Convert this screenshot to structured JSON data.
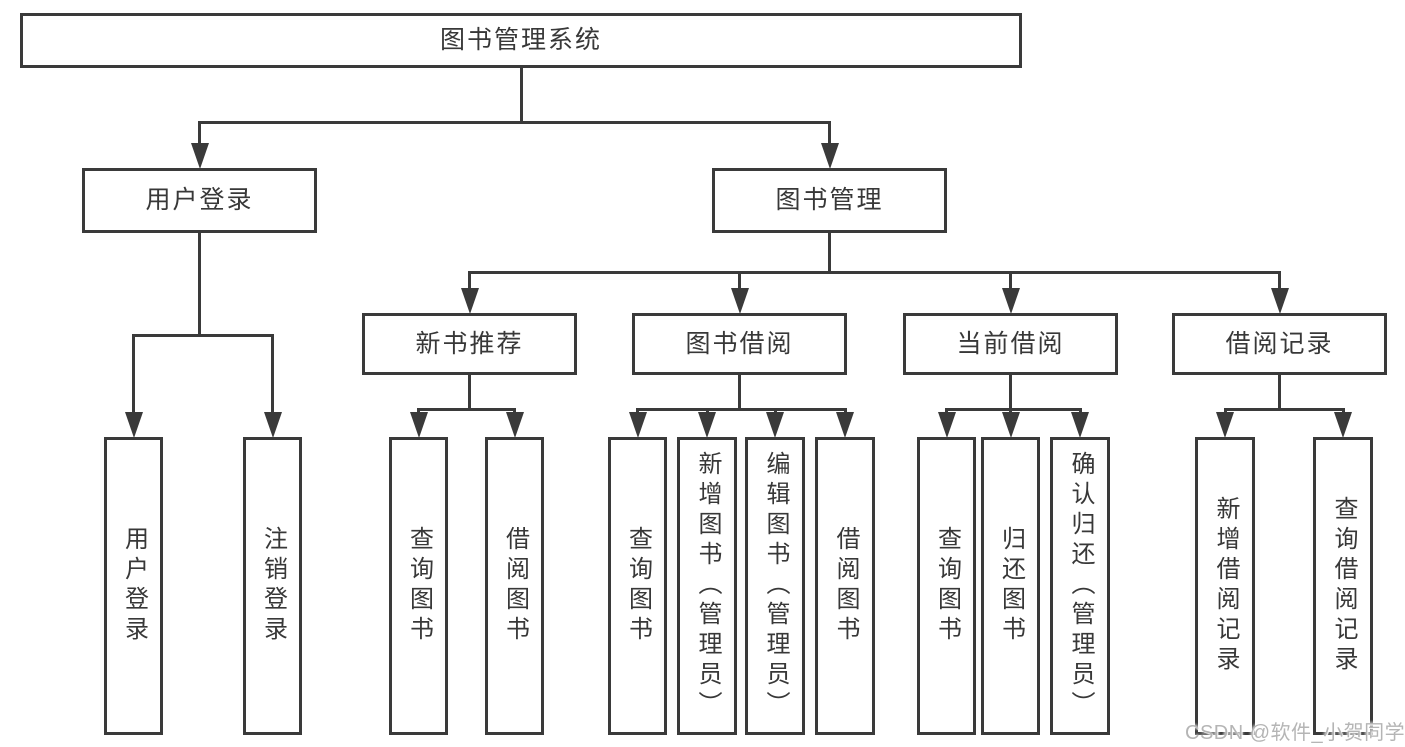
{
  "diagram": {
    "type": "hierarchy-tree",
    "title": "图书管理系统",
    "nodes": [
      {
        "id": "root",
        "label": "图书管理系统",
        "orientation": "horizontal",
        "level": 1
      },
      {
        "id": "user-login",
        "label": "用户登录",
        "orientation": "horizontal",
        "level": 2
      },
      {
        "id": "book-mgmt",
        "label": "图书管理",
        "orientation": "horizontal",
        "level": 2
      },
      {
        "id": "new-books",
        "label": "新书推荐",
        "orientation": "horizontal",
        "level": 3
      },
      {
        "id": "book-borrow",
        "label": "图书借阅",
        "orientation": "horizontal",
        "level": 3
      },
      {
        "id": "current-borrow",
        "label": "当前借阅",
        "orientation": "horizontal",
        "level": 3
      },
      {
        "id": "borrow-records",
        "label": "借阅记录",
        "orientation": "horizontal",
        "level": 3
      },
      {
        "id": "leaf-user-login",
        "label": "用户登录",
        "orientation": "vertical",
        "level": 4
      },
      {
        "id": "leaf-logout",
        "label": "注销登录",
        "orientation": "vertical",
        "level": 4
      },
      {
        "id": "nb-query-books",
        "label": "查询图书",
        "orientation": "vertical",
        "level": 4
      },
      {
        "id": "nb-borrow-books",
        "label": "借阅图书",
        "orientation": "vertical",
        "level": 4
      },
      {
        "id": "bb-query-books",
        "label": "查询图书",
        "orientation": "vertical",
        "level": 4
      },
      {
        "id": "bb-add-books",
        "label": "新增图书（管理员）",
        "orientation": "vertical",
        "level": 4
      },
      {
        "id": "bb-edit-books",
        "label": "编辑图书（管理员）",
        "orientation": "vertical",
        "level": 4
      },
      {
        "id": "bb-borrow-books",
        "label": "借阅图书",
        "orientation": "vertical",
        "level": 4
      },
      {
        "id": "cb-query-books",
        "label": "查询图书",
        "orientation": "vertical",
        "level": 4
      },
      {
        "id": "cb-return-books",
        "label": "归还图书",
        "orientation": "vertical",
        "level": 4
      },
      {
        "id": "cb-confirm-return",
        "label": "确认归还（管理员）",
        "orientation": "vertical",
        "level": 4
      },
      {
        "id": "br-add-record",
        "label": "新增借阅记录",
        "orientation": "vertical",
        "level": 4
      },
      {
        "id": "br-query-record",
        "label": "查询借阅记录",
        "orientation": "vertical",
        "level": 4
      }
    ],
    "edges": [
      {
        "from": "root",
        "to": [
          "user-login",
          "book-mgmt"
        ]
      },
      {
        "from": "user-login",
        "to": [
          "leaf-user-login",
          "leaf-logout"
        ]
      },
      {
        "from": "book-mgmt",
        "to": [
          "new-books",
          "book-borrow",
          "current-borrow",
          "borrow-records"
        ]
      },
      {
        "from": "new-books",
        "to": [
          "nb-query-books",
          "nb-borrow-books"
        ]
      },
      {
        "from": "book-borrow",
        "to": [
          "bb-query-books",
          "bb-add-books",
          "bb-edit-books",
          "bb-borrow-books"
        ]
      },
      {
        "from": "current-borrow",
        "to": [
          "cb-query-books",
          "cb-return-books",
          "cb-confirm-return"
        ]
      },
      {
        "from": "borrow-records",
        "to": [
          "br-add-record",
          "br-query-record"
        ]
      }
    ]
  },
  "watermark": {
    "text": "CSDN @软件_小贺同学"
  },
  "colors": {
    "line": "#3a3a3a",
    "box_border": "#3a3a3a",
    "text": "#383838",
    "watermark": "#b5b5b5",
    "background": "#ffffff"
  }
}
